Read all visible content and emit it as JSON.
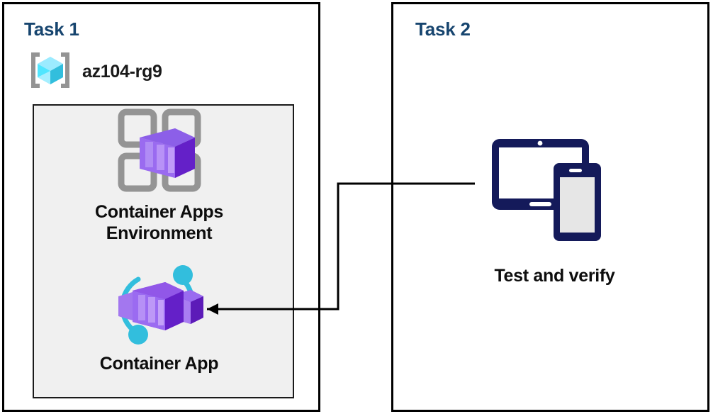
{
  "diagram": {
    "title_color": "#17456f",
    "panels": [
      {
        "title": "Task 1",
        "resource_group": {
          "label": "az104-rg9",
          "icon": "resource-group-icon"
        },
        "figures": [
          {
            "caption": "Container Apps\nEnvironment",
            "icon": "container-apps-environment-icon"
          },
          {
            "caption": "Container App",
            "icon": "container-app-icon"
          }
        ]
      },
      {
        "title": "Task 2",
        "figures": [
          {
            "caption": "Test and verify",
            "icon": "devices-test-icon"
          }
        ]
      }
    ],
    "connector": {
      "name": "test-to-container-app-arrow",
      "from": "Test and verify",
      "to": "Container App",
      "arrowhead": "left",
      "color": "#000000"
    },
    "colors": {
      "panel_border": "#000000",
      "inner_box_fill": "#f0f0f0",
      "inner_box_border": "#1a1a1a",
      "caption_text": "#0d0d0d",
      "title_text": "#17456f",
      "azure_purple": "#7719d6",
      "azure_cyan": "#32bedd",
      "navy": "#141a5a",
      "grid_gray": "#949494"
    }
  }
}
